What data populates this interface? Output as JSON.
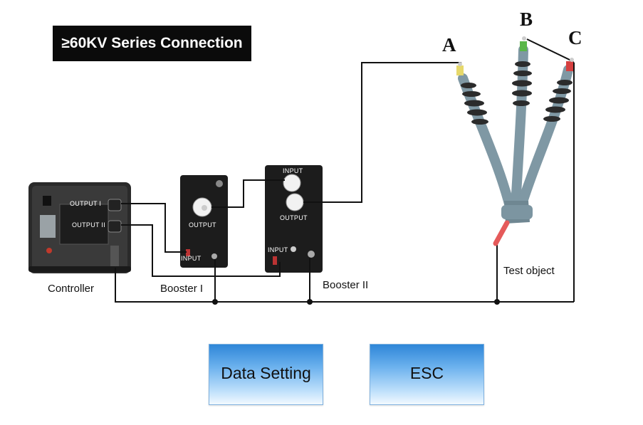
{
  "title": "≥60KV Series Connection",
  "devices": {
    "controller": {
      "label": "Controller",
      "port1": "OUTPUT I",
      "port2": "OUTPUT II"
    },
    "booster1": {
      "label": "Booster I",
      "output": "OUTPUT",
      "input": "INPUT"
    },
    "booster2": {
      "label": "Booster II",
      "input_top": "INPUT",
      "output": "OUTPUT",
      "input_bottom": "INPUT"
    },
    "test_object": {
      "label": "Test object"
    }
  },
  "phases": {
    "a": "A",
    "b": "B",
    "c": "C"
  },
  "buttons": {
    "data_setting": "Data Setting",
    "esc": "ESC"
  },
  "colors": {
    "device_body": "#1c1c1c",
    "cable": "#7f98a4",
    "wire": "#111111",
    "button_top": "#2e86d8",
    "phase_a_tip": "#e6d86a",
    "phase_b_tip": "#5ab64a",
    "phase_c_tip": "#d64040",
    "ground_lead": "#e55a5a"
  }
}
